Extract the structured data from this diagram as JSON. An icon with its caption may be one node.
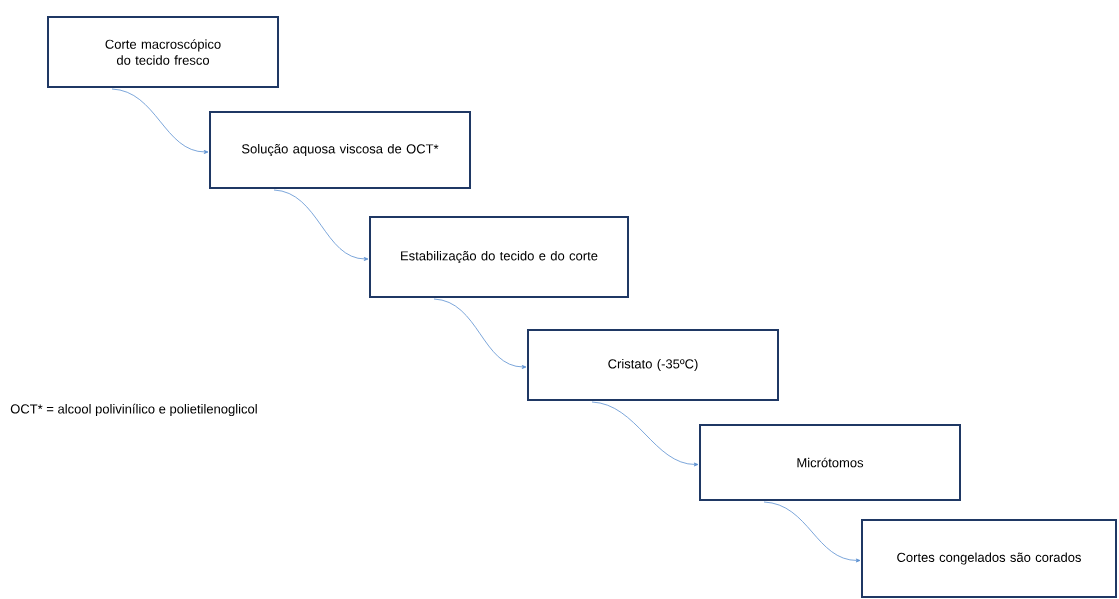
{
  "diagram": {
    "nodes": [
      {
        "text": [
          "Corte macroscópico do tecido fresco"
        ]
      },
      {
        "text": [
          "Solução aquosa viscosa de OCT*"
        ]
      },
      {
        "text": [
          "Estabilização do tecido e do corte"
        ]
      },
      {
        "text": [
          "Cristato (-35ºC)"
        ]
      },
      {
        "text": [
          "Micrótomos"
        ]
      },
      {
        "text": [
          "Cortes congelados são corados"
        ]
      }
    ],
    "edges": [
      {
        "from": 0,
        "to": 1,
        "arrow": "to"
      },
      {
        "from": 1,
        "to": 2,
        "arrow": "to"
      },
      {
        "from": 2,
        "to": 3,
        "arrow": "to"
      },
      {
        "from": 3,
        "to": 4,
        "arrow": "to"
      },
      {
        "from": 4,
        "to": 5,
        "arrow": "to"
      }
    ],
    "labels": [
      "OCT* = alcool polivinílico e polietilenoglicol"
    ]
  }
}
